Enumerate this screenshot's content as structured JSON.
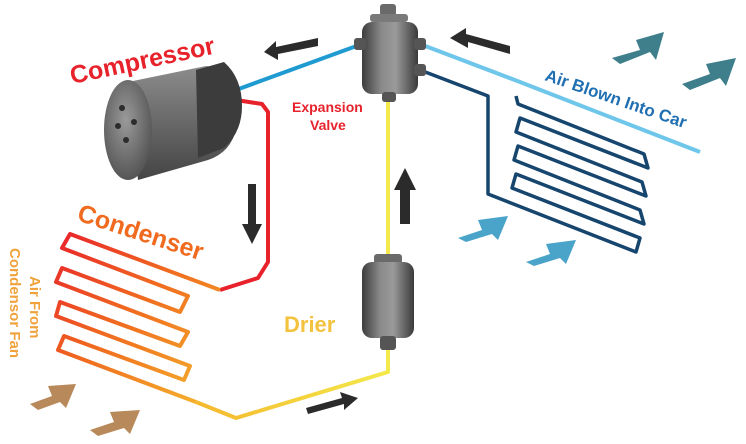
{
  "labels": {
    "compressor": "Compressor",
    "expansion_valve_line1": "Expansion",
    "expansion_valve_line2": "Valve",
    "air_blown": "Air Blown Into Car",
    "condenser": "Condenser",
    "drier": "Drier",
    "air_from_line1": "Air From",
    "air_from_line2": "Condensor Fan"
  },
  "colors": {
    "compressor_label": "#e8222b",
    "expansion_label": "#e8222b",
    "air_blown_label": "#1f6fb2",
    "condenser_label": "#f06a1f",
    "drier_label": "#f3c23e",
    "air_from_label": "#f0a23c",
    "hot_line": "#e8222b",
    "liquid_line": "#f3e94a",
    "suction_line": "#1f9bd1",
    "evaporator_line": "#16456e",
    "cool_arrow": "#4aa3c9",
    "air_arrow_teal": "#3f7f8c",
    "warm_arrow": "#b8895a",
    "flow_arrow": "#2b2b2b",
    "component_gray": "#6a6a6a"
  },
  "icons": {
    "compressor": "compressor-icon",
    "expansion_valve": "expansion-valve-icon",
    "drier": "drier-icon",
    "condenser": "condenser-coil-icon",
    "evaporator": "evaporator-coil-icon"
  }
}
